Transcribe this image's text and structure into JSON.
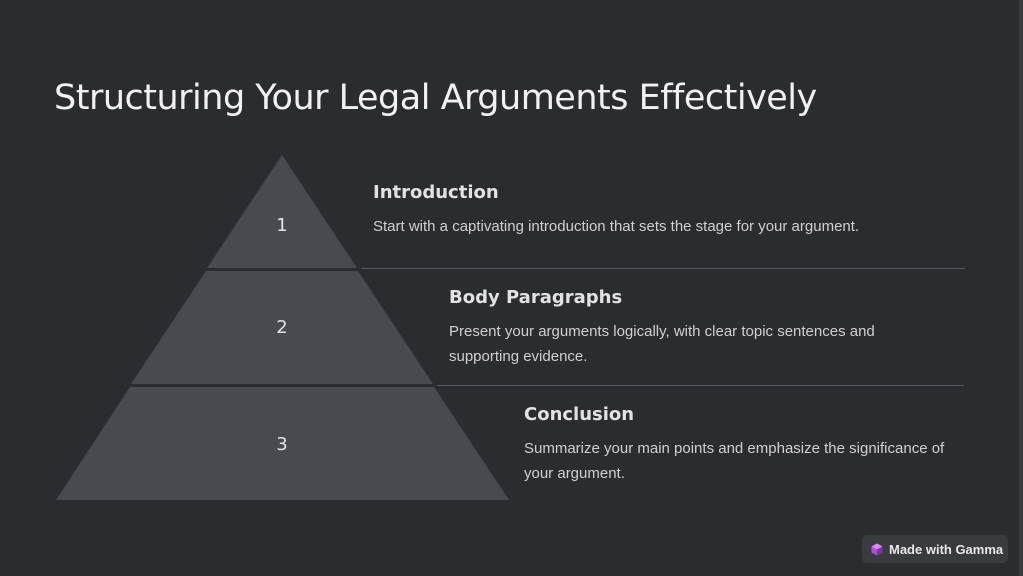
{
  "slide": {
    "title": "Structuring Your Legal Arguments Effectively"
  },
  "tiers": [
    {
      "number": "1",
      "heading": "Introduction",
      "text": "Start with a captivating introduction that sets the stage for your argument."
    },
    {
      "number": "2",
      "heading": "Body Paragraphs",
      "text": "Present your arguments logically, with clear topic sentences and supporting evidence."
    },
    {
      "number": "3",
      "heading": "Conclusion",
      "text": "Summarize your main points and emphasize the significance of your argument."
    }
  ],
  "badge": {
    "icon": "gamma-logo-icon",
    "label": "Made with Gamma"
  },
  "colors": {
    "background": "#2b2c30",
    "tier": "#484a4f",
    "divider": "#56585d",
    "badge_icon": "#b14cd6"
  }
}
